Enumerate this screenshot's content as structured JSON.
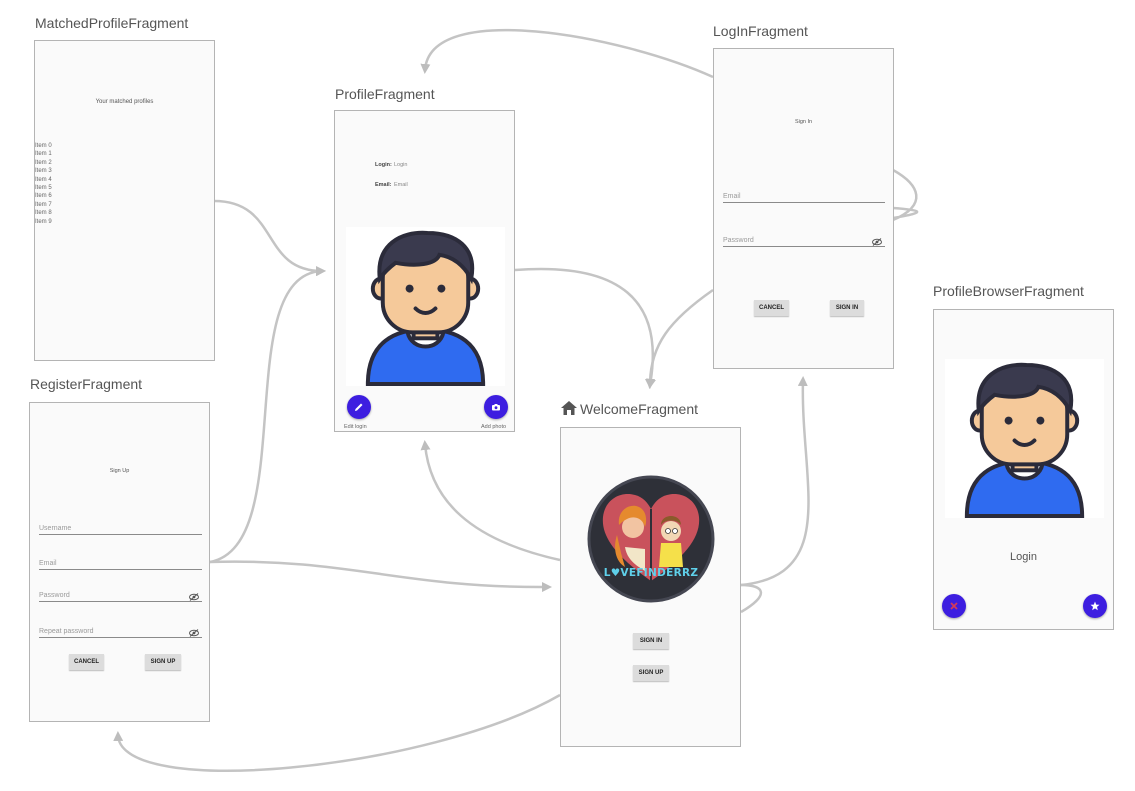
{
  "colors": {
    "accent": "#3d1ee0",
    "connector": "#bdbdbd",
    "frame_bg": "#fafafa"
  },
  "matched": {
    "title": "MatchedProfileFragment",
    "heading": "Your matched profiles",
    "items": [
      "Item 0",
      "Item 1",
      "Item 2",
      "Item 3",
      "Item 4",
      "Item 5",
      "Item 6",
      "Item 7",
      "Item 8",
      "Item 9"
    ]
  },
  "profile": {
    "title": "ProfileFragment",
    "login_label": "Login:",
    "login_value": "Login",
    "email_label": "Email:",
    "email_value": "Email",
    "edit_caption": "Edit login",
    "photo_caption": "Add photo",
    "edit_icon": "pencil-icon",
    "photo_icon": "camera-icon"
  },
  "login": {
    "title": "LogInFragment",
    "heading": "Sign In",
    "email_hint": "Email",
    "password_hint": "Password",
    "cancel_label": "CANCEL",
    "signin_label": "SIGN IN"
  },
  "register": {
    "title": "RegisterFragment",
    "heading": "Sign Up",
    "username_hint": "Username",
    "email_hint": "Email",
    "password_hint": "Password",
    "repeat_hint": "Repeat password",
    "cancel_label": "CANCEL",
    "signup_label": "SIGN UP"
  },
  "welcome": {
    "title": "WelcomeFragment",
    "home_icon": "home-icon",
    "logo_text": "L♥VEFINDERRZ",
    "signin_label": "SIGN IN",
    "signup_label": "SIGN UP"
  },
  "browser": {
    "title": "ProfileBrowserFragment",
    "name": "Login",
    "reject_icon": "close-icon",
    "like_icon": "star-icon"
  }
}
